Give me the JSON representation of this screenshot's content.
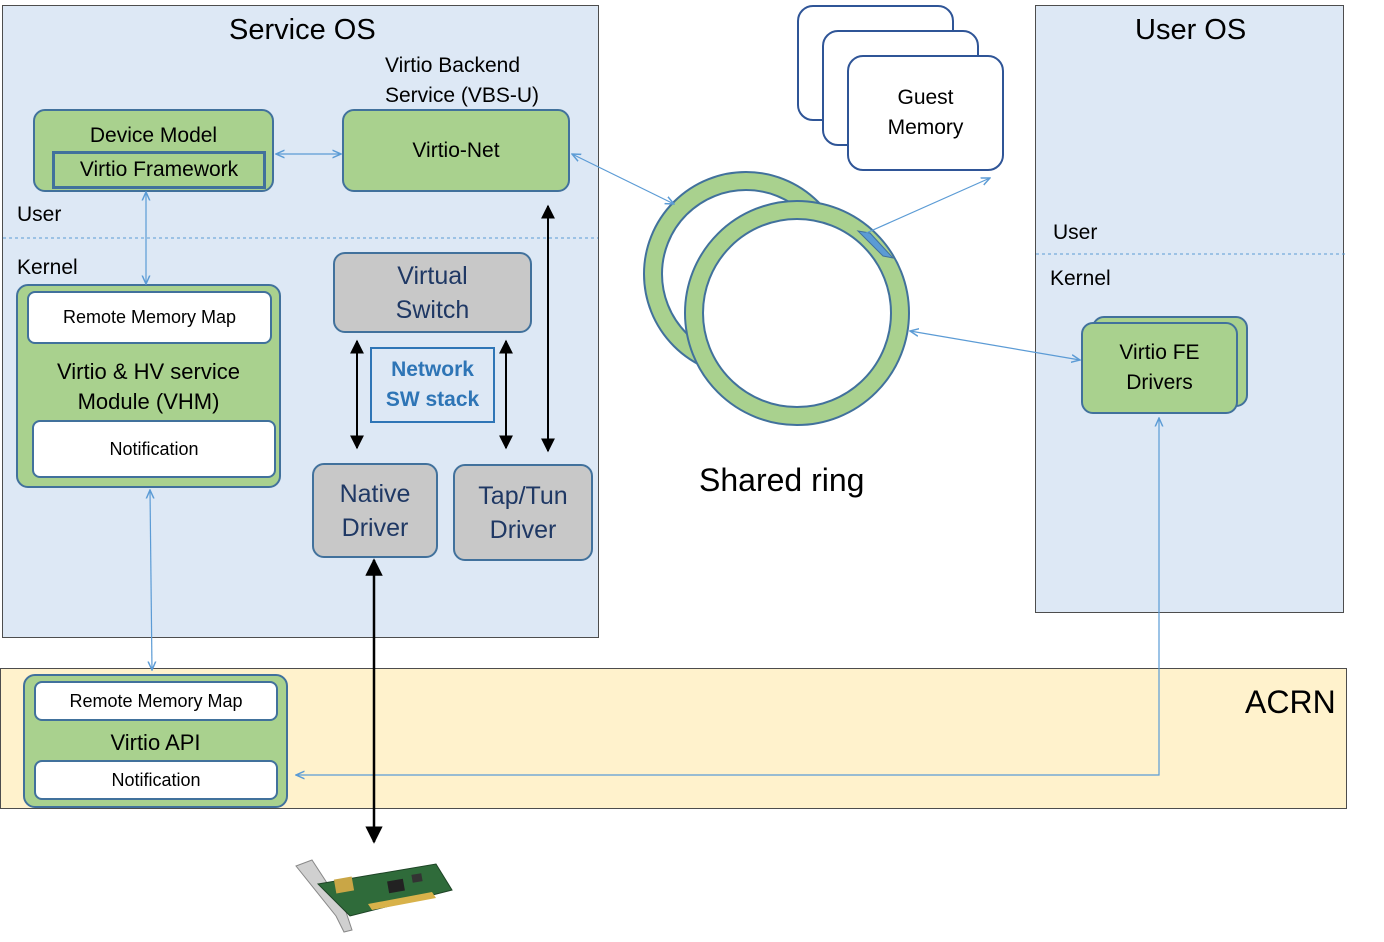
{
  "regions": {
    "service_os": "Service OS",
    "user_os": "User OS",
    "acrn": "ACRN"
  },
  "service_os": {
    "vbs_label_line1": "Virtio Backend",
    "vbs_label_line2": "Service (VBS-U)",
    "device_model": "Device Model",
    "virtio_framework": "Virtio Framework",
    "virtio_net": "Virtio-Net",
    "user_label": "User",
    "kernel_label": "Kernel",
    "remote_memory_map": "Remote Memory Map",
    "vhm_line1": "Virtio & HV service",
    "vhm_line2": "Module (VHM)",
    "notification": "Notification",
    "virtual_switch_line1": "Virtual",
    "virtual_switch_line2": "Switch",
    "network_sw_stack_line1": "Network",
    "network_sw_stack_line2": "SW stack",
    "native_driver_line1": "Native",
    "native_driver_line2": "Driver",
    "taptun_line1": "Tap/Tun",
    "taptun_line2": "Driver"
  },
  "middle": {
    "guest_memory_line1": "Guest",
    "guest_memory_line2": "Memory",
    "shared_ring": "Shared ring"
  },
  "user_os": {
    "user_label": "User",
    "kernel_label": "Kernel",
    "virtio_fe_line1": "Virtio FE",
    "virtio_fe_line2": "Drivers"
  },
  "acrn": {
    "remote_memory_map": "Remote Memory Map",
    "virtio_api": "Virtio API",
    "notification": "Notification"
  },
  "colors": {
    "os_region": "#dde8f5",
    "acrn_region": "#fff2cc",
    "green_box": "#a9d18e",
    "gray_box": "#c8c8c8",
    "box_border": "#41719c",
    "link_arrow": "#5b9bd5",
    "data_arrow": "#000000",
    "network_stack_text": "#2e75b6"
  },
  "icons": {
    "nic_card": "network-interface-card-icon"
  }
}
